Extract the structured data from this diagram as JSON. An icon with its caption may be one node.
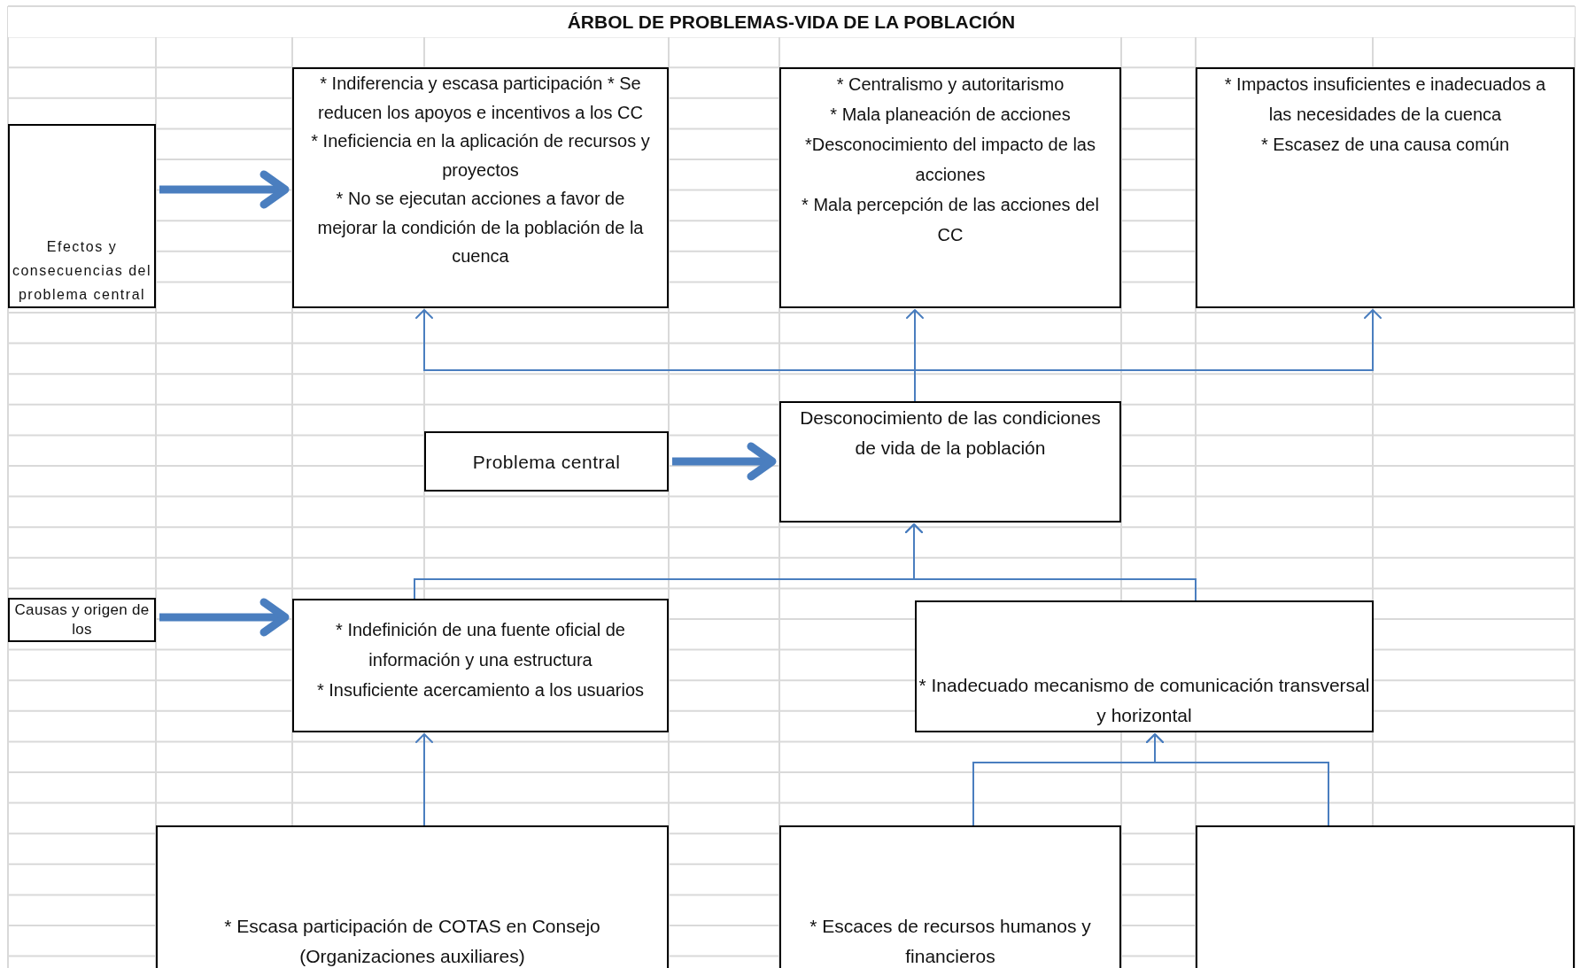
{
  "diagram": {
    "title": "ÁRBOL DE PROBLEMAS-VIDA DE  LA POBLACIÓN",
    "nodes": [
      {
        "text": [
          "Efectos y consecuencias del problema central"
        ]
      },
      {
        "text": [
          "* Indiferencia y escasa participación * Se reducen los apoyos e incentivos a los CC",
          "* Ineficiencia en la aplicación de recursos y proyectos",
          "*  No se ejecutan acciones a favor de mejorar la condición de la población de la cuenca"
        ]
      },
      {
        "text": [
          "* Centralismo y autoritarismo",
          "* Mala planeación de acciones",
          "*Desconocimiento del impacto de las acciones",
          "* Mala percepción de las acciones  del CC"
        ]
      },
      {
        "text": [
          "* Impactos insuficientes e inadecuados a las necesidades de la cuenca",
          "* Escasez de una causa común"
        ]
      },
      {
        "text": [
          "Problema central"
        ]
      },
      {
        "text": [
          "Desconocimiento de las condiciones de vida de la población"
        ]
      },
      {
        "text": [
          "Causas y origen de los"
        ]
      },
      {
        "text": [
          "* Indefinición de una fuente oficial de información y una estructura",
          "* Insuficiente acercamiento a los usuarios"
        ]
      },
      {
        "text": [
          "* Inadecuado mecanismo de comunicación transversal y horizontal"
        ]
      },
      {
        "text": [
          "* Escasa participación de COTAS en Consejo (Organizaciones auxiliares)"
        ]
      },
      {
        "text": [
          "* Escaces de recursos humanos y financieros"
        ]
      },
      {
        "text": [],
        "shape": "box"
      }
    ],
    "edges": [
      {
        "from": 0,
        "to": 1,
        "arrow": "to",
        "style": "thick"
      },
      {
        "from": 5,
        "to": 1,
        "arrow": "to"
      },
      {
        "from": 5,
        "to": 2,
        "arrow": "to"
      },
      {
        "from": 5,
        "to": 3,
        "arrow": "to"
      },
      {
        "from": 4,
        "to": 5,
        "arrow": "to",
        "style": "thick"
      },
      {
        "from": 6,
        "to": 7,
        "arrow": "to",
        "style": "thick"
      },
      {
        "from": 7,
        "to": 5,
        "arrow": "to"
      },
      {
        "from": 8,
        "to": 5,
        "arrow": "to"
      },
      {
        "from": 9,
        "to": 7,
        "arrow": "to"
      },
      {
        "from": 10,
        "to": 8,
        "arrow": "to"
      },
      {
        "from": 11,
        "to": 8,
        "arrow": "to"
      }
    ]
  }
}
